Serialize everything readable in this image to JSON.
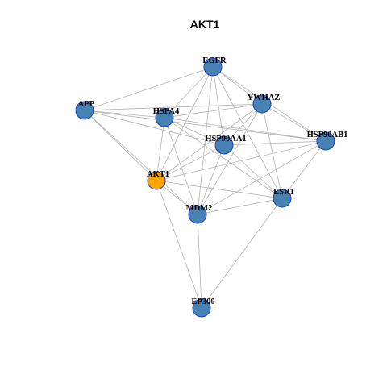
{
  "title": "AKT1",
  "colors": {
    "node_default": "#4682b4",
    "node_highlight": "#ffa500",
    "node_border": "#1f3fbf",
    "edge": "#b3b3b3"
  },
  "nodes": [
    {
      "id": "EGFR",
      "label": "EGFR",
      "highlight": false
    },
    {
      "id": "APP",
      "label": "APP",
      "highlight": false
    },
    {
      "id": "YWHAZ",
      "label": "YWHAZ",
      "highlight": false
    },
    {
      "id": "HSPA4",
      "label": "HSPA4",
      "highlight": false
    },
    {
      "id": "HSP90AB1",
      "label": "HSP90AB1",
      "highlight": false
    },
    {
      "id": "HSP90AA1",
      "label": "HSP90AA1",
      "highlight": false
    },
    {
      "id": "AKT1",
      "label": "AKT1",
      "highlight": true
    },
    {
      "id": "ESR1",
      "label": "ESR1",
      "highlight": false
    },
    {
      "id": "MDM2",
      "label": "MDM2",
      "highlight": false
    },
    {
      "id": "EP300",
      "label": "EP300",
      "highlight": false
    }
  ],
  "edges": [
    [
      "EGFR",
      "APP"
    ],
    [
      "EGFR",
      "YWHAZ"
    ],
    [
      "EGFR",
      "HSPA4"
    ],
    [
      "EGFR",
      "HSP90AB1"
    ],
    [
      "EGFR",
      "HSP90AA1"
    ],
    [
      "EGFR",
      "AKT1"
    ],
    [
      "EGFR",
      "ESR1"
    ],
    [
      "EGFR",
      "MDM2"
    ],
    [
      "APP",
      "HSPA4"
    ],
    [
      "APP",
      "YWHAZ"
    ],
    [
      "APP",
      "HSP90AA1"
    ],
    [
      "APP",
      "AKT1"
    ],
    [
      "APP",
      "MDM2"
    ],
    [
      "APP",
      "HSP90AB1"
    ],
    [
      "YWHAZ",
      "HSPA4"
    ],
    [
      "YWHAZ",
      "HSP90AB1"
    ],
    [
      "YWHAZ",
      "HSP90AA1"
    ],
    [
      "YWHAZ",
      "AKT1"
    ],
    [
      "YWHAZ",
      "ESR1"
    ],
    [
      "YWHAZ",
      "MDM2"
    ],
    [
      "HSPA4",
      "HSP90AB1"
    ],
    [
      "HSPA4",
      "AKT1"
    ],
    [
      "HSPA4",
      "MDM2"
    ],
    [
      "HSPA4",
      "ESR1"
    ],
    [
      "HSPA4",
      "HSP90AA1"
    ],
    [
      "HSP90AB1",
      "HSP90AA1"
    ],
    [
      "HSP90AB1",
      "AKT1"
    ],
    [
      "HSP90AB1",
      "ESR1"
    ],
    [
      "HSP90AB1",
      "MDM2"
    ],
    [
      "HSP90AA1",
      "AKT1"
    ],
    [
      "HSP90AA1",
      "MDM2"
    ],
    [
      "HSP90AA1",
      "ESR1"
    ],
    [
      "AKT1",
      "ESR1"
    ],
    [
      "AKT1",
      "MDM2"
    ],
    [
      "AKT1",
      "EP300"
    ],
    [
      "ESR1",
      "MDM2"
    ],
    [
      "ESR1",
      "EP300"
    ],
    [
      "MDM2",
      "EP300"
    ]
  ]
}
